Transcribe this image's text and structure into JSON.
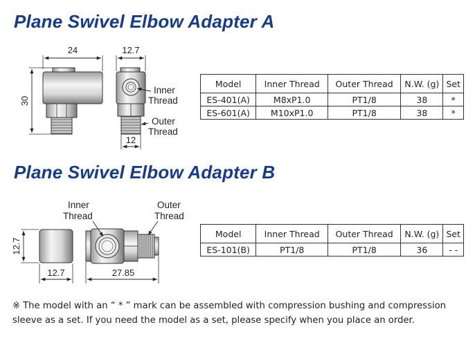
{
  "section_a": {
    "title": "Plane Swivel Elbow Adapter A",
    "dimensions": {
      "width": "24",
      "height": "30",
      "side_width": "12.7",
      "thread_width": "12"
    },
    "labels": {
      "inner_thread_1": "Inner",
      "inner_thread_2": "Thread",
      "outer_thread_1": "Outer",
      "outer_thread_2": "Thread"
    },
    "table": {
      "headers": [
        "Model",
        "Inner Thread",
        "Outer Thread",
        "N.W. (g)",
        "Set"
      ],
      "rows": [
        [
          "ES-401(A)",
          "M8xP1.0",
          "PT1/8",
          "38",
          "*"
        ],
        [
          "ES-601(A)",
          "M10xP1.0",
          "PT1/8",
          "38",
          "*"
        ]
      ]
    }
  },
  "section_b": {
    "title": "Plane Swivel Elbow Adapter B",
    "dimensions": {
      "height": "12.7",
      "width": "12.7",
      "length": "27.85"
    },
    "labels": {
      "inner_thread_1": "Inner",
      "inner_thread_2": "Thread",
      "outer_thread_1": "Outer",
      "outer_thread_2": "Thread"
    },
    "table": {
      "headers": [
        "Model",
        "Inner Thread",
        "Outer Thread",
        "N.W. (g)",
        "Set"
      ],
      "rows": [
        [
          "ES-101(B)",
          "PT1/8",
          "PT1/8",
          "36",
          "- -"
        ]
      ]
    }
  },
  "note": {
    "mark": "※",
    "text": "The model with an “ * ” mark can be assembled with compression bushing and compression sleeve as a set. If you need the model as a set, please specify when you place an order."
  }
}
